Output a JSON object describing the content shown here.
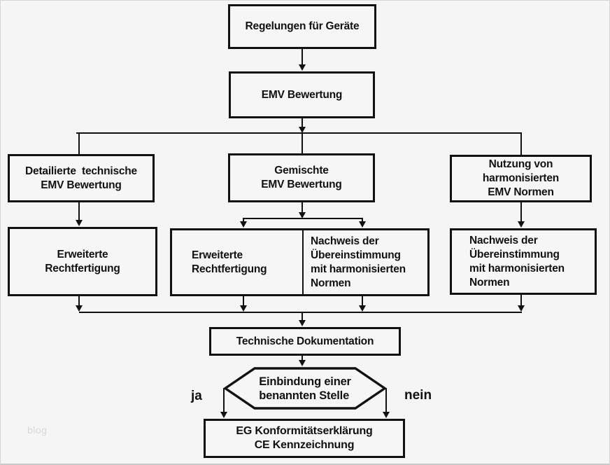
{
  "page": {
    "watermark": "blog"
  },
  "nodes": {
    "regelungen": {
      "label": "Regelungen für Geräte"
    },
    "emv_bewertung": {
      "label": "EMV Bewertung"
    },
    "detailierte": {
      "label": "Detailierte  technische\nEMV Bewertung"
    },
    "gemischte": {
      "label": "Gemischte\nEMV Bewertung"
    },
    "nutzung": {
      "label": "Nutzung von\nharmonisierten\nEMV Normen"
    },
    "erweiterte_links": {
      "label": "Erweiterte\nRechtfertigung"
    },
    "erweiterte_mitte": {
      "label": "Erweiterte\nRechtfertigung"
    },
    "nachweis_mitte": {
      "label": "Nachweis der\nÜbereinstimmung\nmit harmonisierten\nNormen"
    },
    "nachweis_rechts": {
      "label": "Nachweis der\nÜbereinstimmung\nmit harmonisierten\nNormen"
    },
    "dokumentation": {
      "label": "Technische Dokumentation"
    },
    "einbindung": {
      "label": "Einbindung einer\nbenannten Stelle"
    },
    "eg_ce": {
      "label": "EG Konformitätserklärung\nCE Kennzeichnung"
    }
  },
  "branch_labels": {
    "yes": "ja",
    "no": "nein"
  },
  "colors": {
    "background": "#f5f5f5",
    "box_fill": "#f6f6f6",
    "line": "#111111",
    "text": "#111111",
    "watermark": "#d8d8d8"
  }
}
